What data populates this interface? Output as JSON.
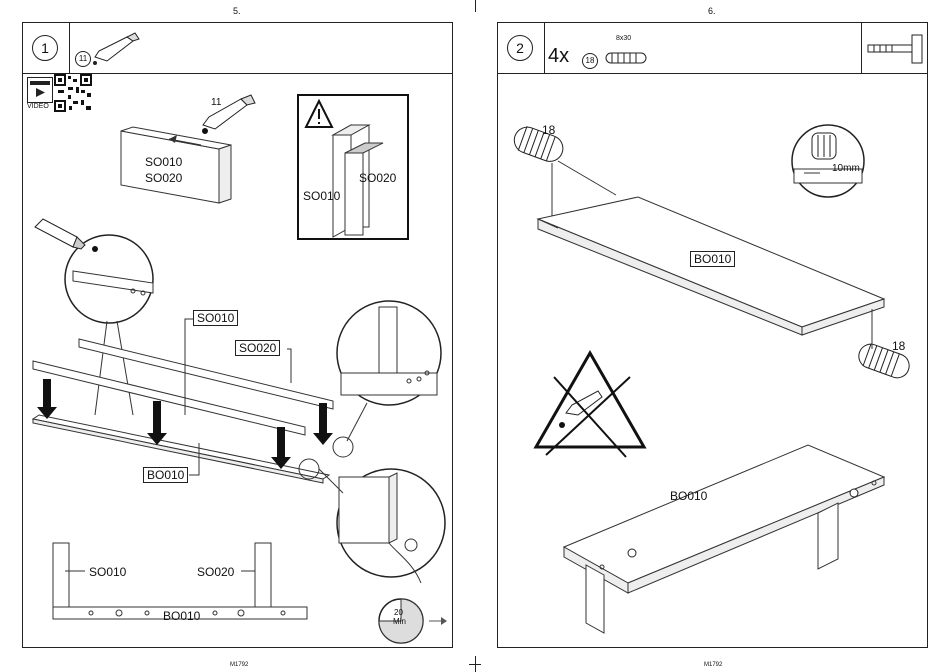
{
  "left_page": {
    "page_number": "5.",
    "step_number": "1",
    "part_count_badge": "11",
    "video_label": "VIDEO",
    "glue_callout": "11",
    "labels": {
      "top_piece_line1": "SO010",
      "top_piece_line2": "SO020",
      "warning_left": "SO010",
      "warning_right": "SO020",
      "callout_so010": "SO010",
      "callout_so020": "SO020",
      "callout_bo010": "BO010",
      "bottom_so010": "SO010",
      "bottom_so020": "SO020",
      "bottom_bo010": "BO010"
    },
    "timer_value": "20",
    "timer_unit": "Min",
    "footer": "M1792"
  },
  "right_page": {
    "page_number": "6.",
    "step_number": "2",
    "quantity": "4x",
    "part_badge": "18",
    "dowel_size": "8x30",
    "labels": {
      "dowel_top": "18",
      "dowel_bottom": "18",
      "measure": "10mm",
      "board_boxed": "BO010",
      "board_plain": "BO010"
    },
    "footer": "M1792"
  }
}
